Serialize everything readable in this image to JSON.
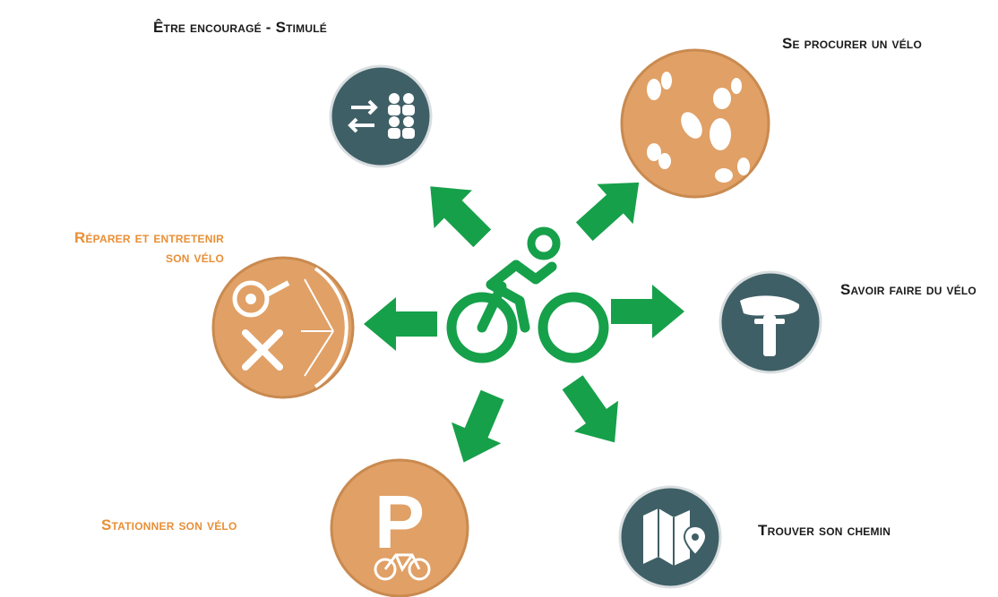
{
  "diagram": {
    "center_icon": "cyclist-icon",
    "colors": {
      "arrow": "#16a04a",
      "cyclist": "#16a04a",
      "orange_circle": "#e0a066",
      "slate_circle": "#3f5f66",
      "orange_text": "#e88f36",
      "dark_text": "#1a1a1a"
    },
    "items": [
      {
        "id": "encourage",
        "label": "Être encouragé - Stimulé",
        "icon": "people-exchange-icon",
        "circle_color": "slate"
      },
      {
        "id": "procurer",
        "label": "Se procurer un vélo",
        "icon": "bicycles-icon",
        "circle_color": "orange"
      },
      {
        "id": "savoir",
        "label": "Savoir faire du vélo",
        "icon": "saddle-icon",
        "circle_color": "slate"
      },
      {
        "id": "trouver",
        "label": "Trouver son chemin",
        "icon": "map-icon",
        "circle_color": "slate"
      },
      {
        "id": "stationner",
        "label": "Stationner son vélo",
        "icon": "parking-bike-icon",
        "circle_color": "orange"
      },
      {
        "id": "reparer",
        "label_line1": "Réparer et entretenir",
        "label_line2": "son vélo",
        "icon": "repair-tools-icon",
        "circle_color": "orange"
      }
    ]
  }
}
